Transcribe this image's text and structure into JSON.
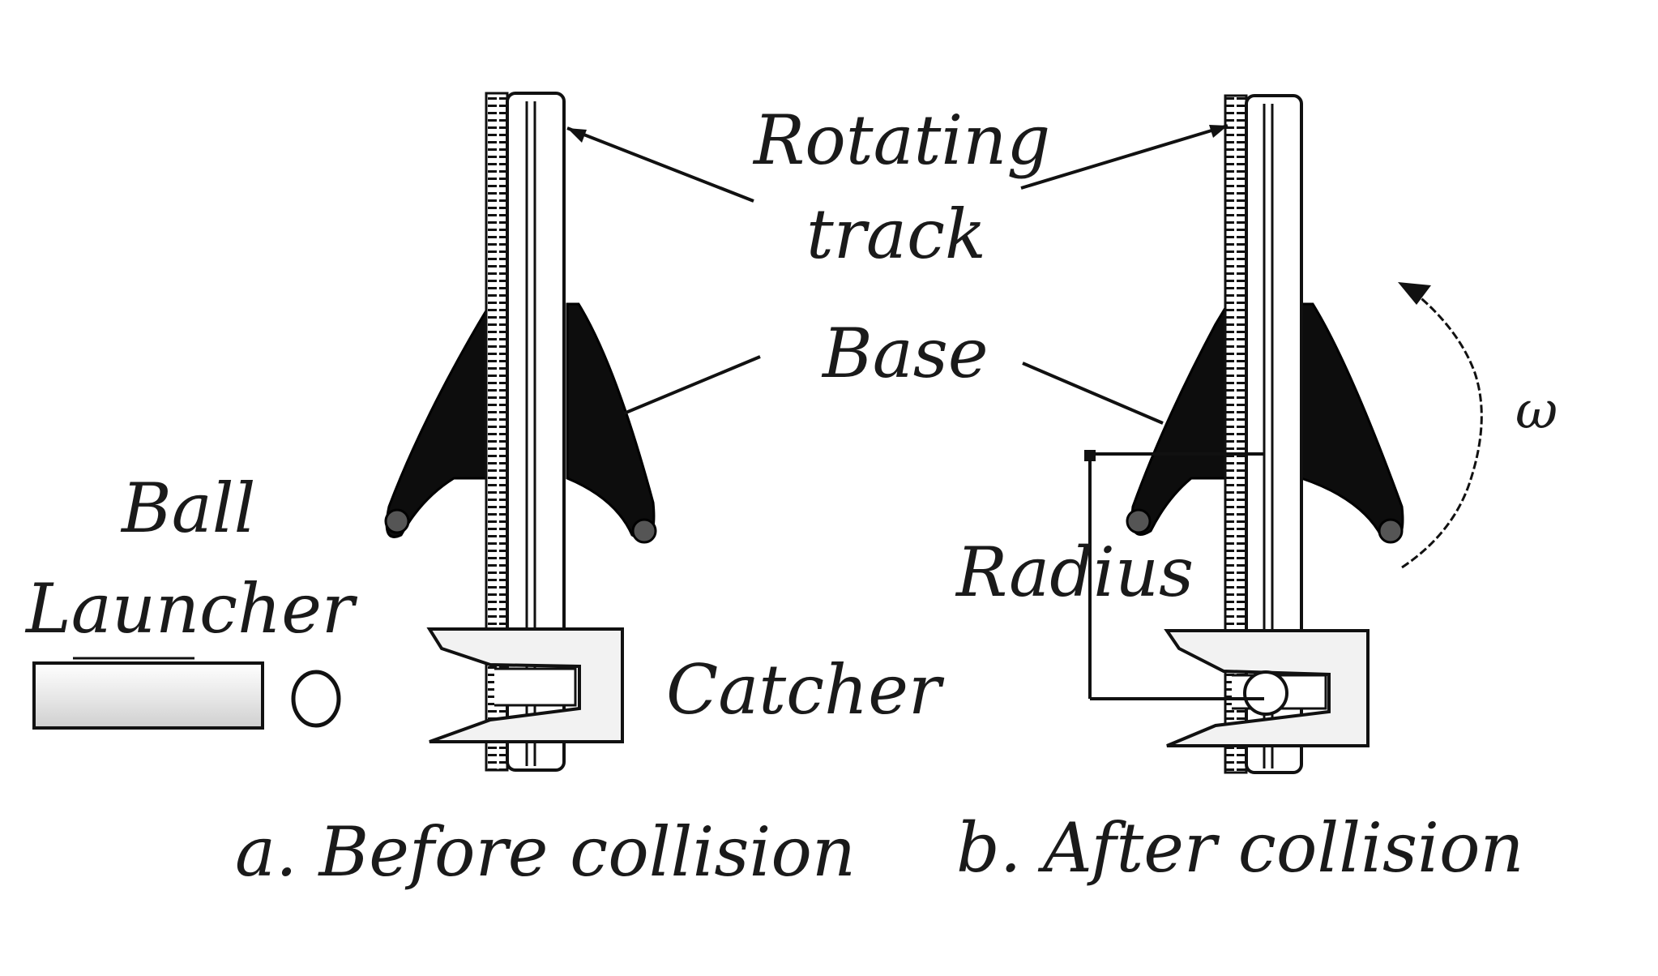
{
  "labels": {
    "rotating": "Rotating",
    "track": "track",
    "base": "Base",
    "ball": "Ball",
    "launcher": "Launcher",
    "catcher": "Catcher",
    "radius": "Radius",
    "omega": "ω"
  },
  "captions": {
    "before": "a. Before collision",
    "after": "b. After collision"
  }
}
